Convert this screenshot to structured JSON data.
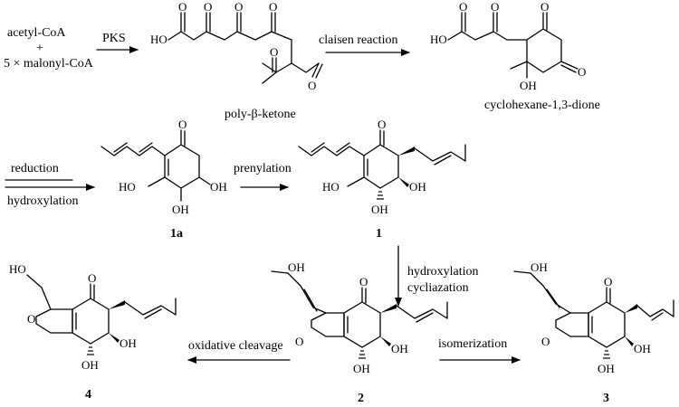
{
  "diagram": {
    "start": {
      "line1": "acetyl-CoA",
      "plus": "+",
      "line2": "5 × malonyl-CoA"
    },
    "steps": {
      "pks": "PKS",
      "claisen": "claisen reaction",
      "reduction": "reduction",
      "hydroxylation": "hydroxylation",
      "prenylation": "prenylation",
      "hydroxylation2": "hydroxylation",
      "cyclization": "cycliazation",
      "oxidative": "oxidative cleavage",
      "isomerization": "isomerization"
    },
    "labels": {
      "polyketone": "poly-β-ketone",
      "dione": "cyclohexane-1,3-dione"
    },
    "compounds": {
      "c1a": "1a",
      "c1": "1",
      "c2": "2",
      "c3": "3",
      "c4": "4"
    },
    "atoms": {
      "O": "O",
      "OH": "OH",
      "HO": "HO"
    }
  }
}
